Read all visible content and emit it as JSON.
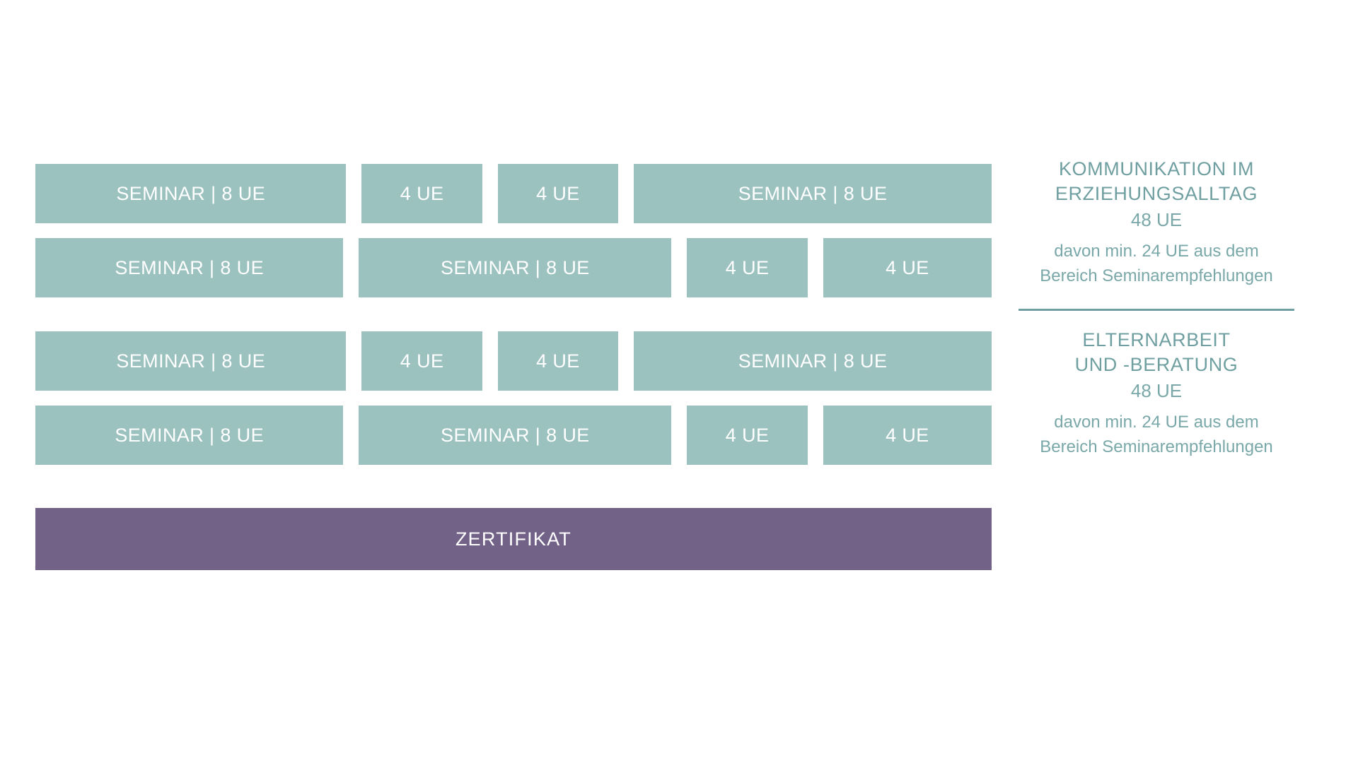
{
  "theme": {
    "bar_color": "#9cc2c0",
    "certificate_color": "#736288",
    "legend_text_color": "#74a3a3",
    "bar_label_color": "#ffffff",
    "background": "#ffffff"
  },
  "diagram": {
    "groups": [
      {
        "id": "kommunikation",
        "rows": [
          {
            "segments": [
              {
                "label": "SEMINAR | 8 UE",
                "width_pct": 32.5
              },
              {
                "label": "4 UE",
                "width_pct": 14.9
              },
              {
                "label": "4 UE",
                "width_pct": 15.3
              },
              {
                "label": "SEMINAR | 8 UE",
                "width_pct": 32.2
              }
            ]
          },
          {
            "segments": [
              {
                "label": "SEMINAR | 8 UE",
                "width_pct": 32.2
              },
              {
                "label": "SEMINAR | 8 UE",
                "width_pct": 32.5
              },
              {
                "label": "4 UE",
                "width_pct": 15.0
              },
              {
                "label": "4 UE",
                "width_pct": 15.2
              }
            ]
          }
        ]
      },
      {
        "id": "elternarbeit",
        "rows": [
          {
            "segments": [
              {
                "label": "SEMINAR | 8 UE",
                "width_pct": 32.5
              },
              {
                "label": "4 UE",
                "width_pct": 14.9
              },
              {
                "label": "4 UE",
                "width_pct": 15.3
              },
              {
                "label": "SEMINAR | 8 UE",
                "width_pct": 32.2
              }
            ]
          },
          {
            "segments": [
              {
                "label": "SEMINAR | 8 UE",
                "width_pct": 32.2
              },
              {
                "label": "SEMINAR | 8 UE",
                "width_pct": 32.5
              },
              {
                "label": "4 UE",
                "width_pct": 15.0
              },
              {
                "label": "4 UE",
                "width_pct": 15.2
              }
            ]
          }
        ]
      }
    ],
    "certificate": {
      "label": "ZERTIFIKAT"
    }
  },
  "legend": {
    "blocks": [
      {
        "title": "KOMMUNIKATION IM\nERZIEHUNGSALLTAG",
        "ue": "48 UE",
        "note": "davon min. 24 UE aus dem\nBereich Seminarempfehlungen"
      },
      {
        "title": "ELTERNARBEIT\nUND -BERATUNG",
        "ue": "48 UE",
        "note": "davon min. 24 UE aus dem\nBereich Seminarempfehlungen"
      }
    ]
  }
}
